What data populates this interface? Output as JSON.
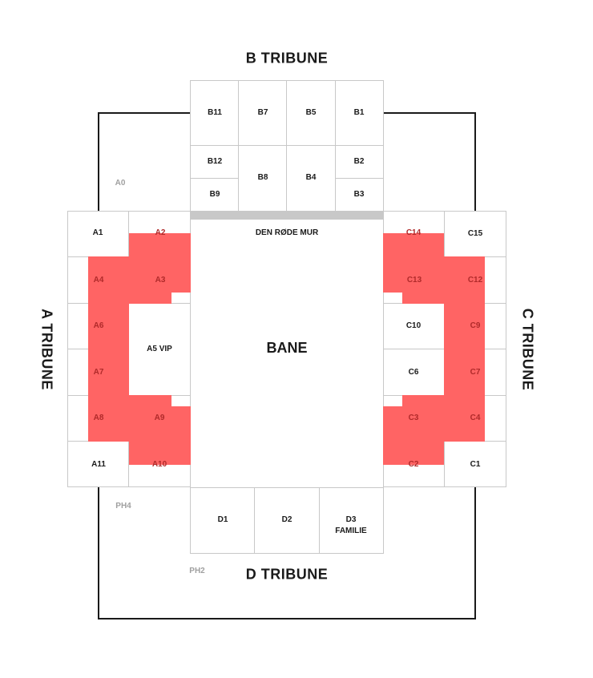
{
  "stands": {
    "b": "B TRIBUNE",
    "a": "A TRIBUNE",
    "c": "C TRIBUNE",
    "d": "D TRIBUNE"
  },
  "pitch": {
    "label": "BANE",
    "wall_label": "DEN RØDE MUR"
  },
  "areas": {
    "a0": "A0",
    "ph4": "PH4",
    "ph2": "PH2"
  },
  "colors": {
    "sold_out": "#ff6464",
    "border": "#c8c8c8",
    "outline": "#1a1a1a"
  },
  "sections": {
    "B11": "B11",
    "B7": "B7",
    "B5": "B5",
    "B1": "B1",
    "B12": "B12",
    "B8": "B8",
    "B4": "B4",
    "B2": "B2",
    "B9": "B9",
    "B3": "B3",
    "A1": "A1",
    "A2": "A2",
    "A3": "A3",
    "A4": "A4",
    "A5": "A5 VIP",
    "A6": "A6",
    "A7": "A7",
    "A8": "A8",
    "A9": "A9",
    "A10": "A10",
    "A11": "A11",
    "C14": "C14",
    "C15": "C15",
    "C13": "C13",
    "C12": "C12",
    "C10": "C10",
    "C9": "C9",
    "C6": "C6",
    "C7": "C7",
    "C3": "C3",
    "C4": "C4",
    "C2": "C2",
    "C1": "C1",
    "D1": "D1",
    "D2": "D2",
    "D3": "D3\nFAMILIE"
  }
}
